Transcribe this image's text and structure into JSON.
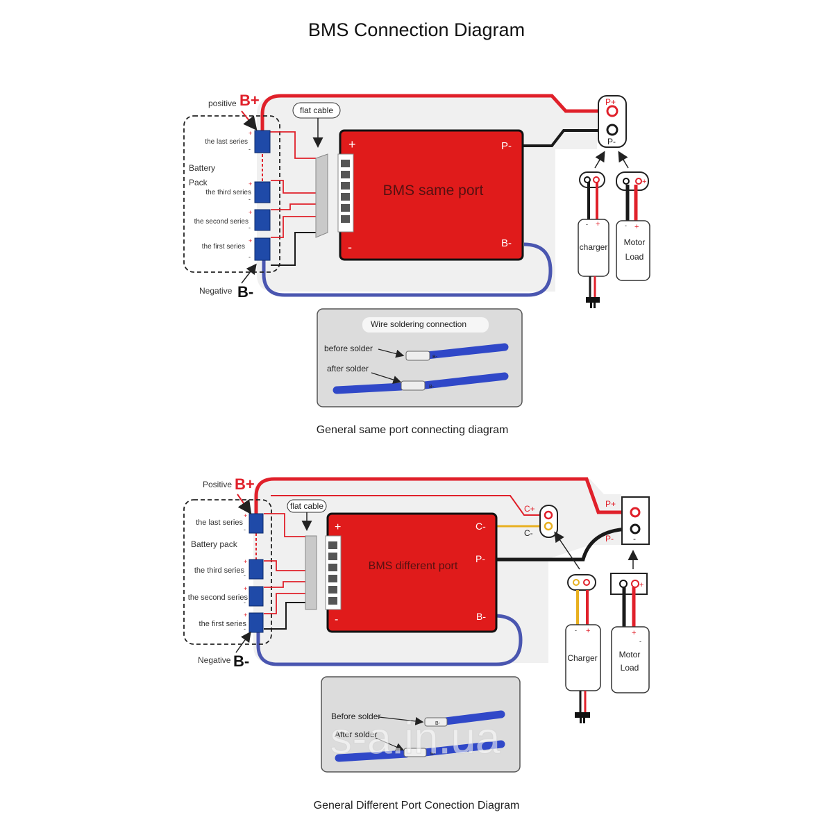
{
  "title": "BMS Connection Diagram",
  "watermark": "s-a.in.ua",
  "colors": {
    "bms_board": "#e01b1b",
    "positive_wire": "#e0202a",
    "negative_wire": "#1a1a1a",
    "b_minus_wire": "#4a56b0",
    "comm_wire": "#e8b020",
    "cell": "#1f4aa8",
    "panel_bg": "#f0f0f0"
  },
  "diagram1": {
    "caption": "General same port connecting diagram",
    "b_plus": "B+",
    "b_plus_label": "positive",
    "b_minus": "B-",
    "b_minus_label": "Negative",
    "flat_cable": "flat cable",
    "pack_label_line1": "Battery",
    "pack_label_line2": "Pack",
    "series": [
      "the last series",
      "the third series",
      "the second series",
      "the first series"
    ],
    "cell_plus": "+",
    "cell_minus": "-",
    "board_title": "BMS same port",
    "board_plus": "+",
    "board_minus": "-",
    "board_p_minus": "P-",
    "board_b_minus": "B-",
    "port_p_plus": "P+",
    "port_p_minus": "P-",
    "charger": "charger",
    "load_line1": "Motor",
    "load_line2": "Load",
    "plus": "+",
    "minus": "-",
    "solder_title": "Wire soldering connection",
    "before_solder": "before solder",
    "after_solder": "after solder",
    "terminal_mark": "B-"
  },
  "diagram2": {
    "caption": "General Different Port Conection Diagram",
    "b_plus": "B+",
    "b_plus_label": "Positive",
    "b_minus": "B-",
    "b_minus_label": "Negative",
    "flat_cable": "flat cable",
    "pack_label": "Battery pack",
    "series": [
      "the last series",
      "the third series",
      "the second series",
      "the first series"
    ],
    "cell_plus": "+",
    "cell_minus": "-",
    "board_title": "BMS different port",
    "board_plus": "+",
    "board_minus": "-",
    "board_c_minus": "C-",
    "board_p_minus": "P-",
    "board_b_minus": "B-",
    "port_c_plus": "C+",
    "port_c_minus": "C-",
    "port_p_plus": "P+",
    "port_p_minus": "P-",
    "terminal_minus": "-",
    "charger": "Charger",
    "load_line1": "Motor",
    "load_line2": "Load",
    "plus": "+",
    "minus": "-",
    "before_solder": "Before solder",
    "after_solder": "After solder",
    "terminal_mark": "B-"
  }
}
